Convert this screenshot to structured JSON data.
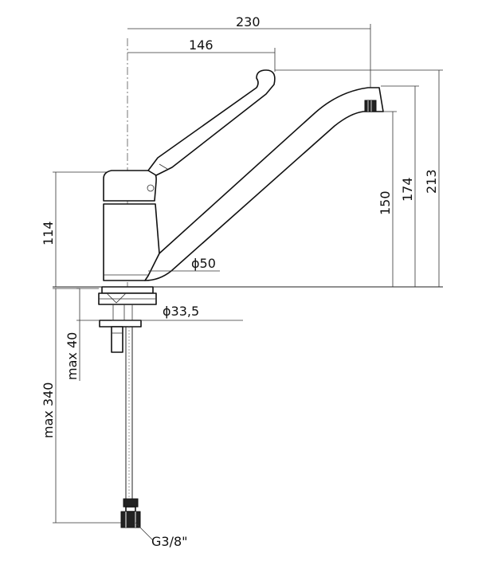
{
  "dimensions": {
    "total_reach": "230",
    "lever_reach": "146",
    "height_total": "213",
    "height_spout": "174",
    "height_outlet": "150",
    "body_height": "114",
    "body_diameter": "ϕ50",
    "hole_diameter": "ϕ33,5",
    "max_thickness": "max 40",
    "hose_length": "max 340",
    "connection_thread": "G3/8\""
  }
}
